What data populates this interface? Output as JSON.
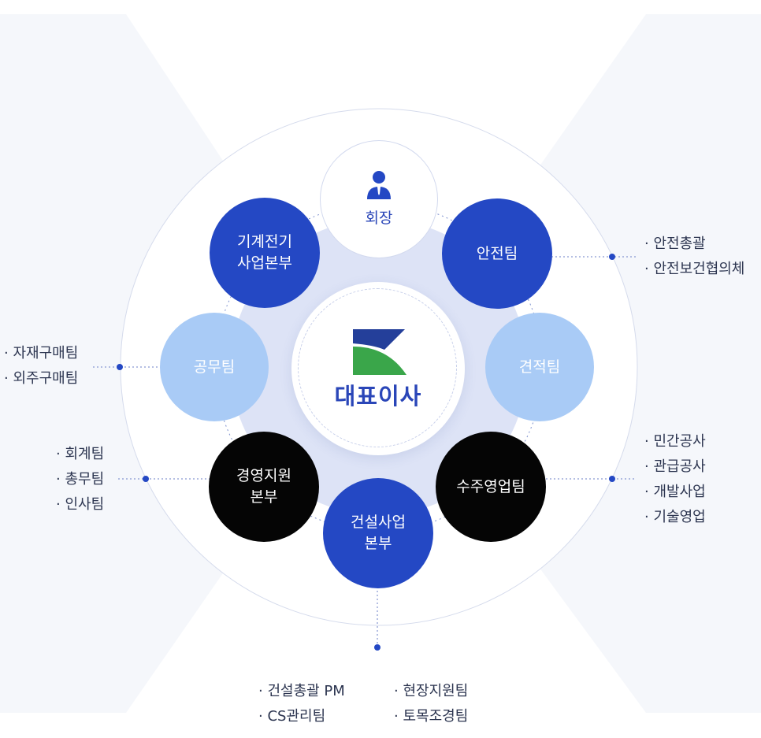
{
  "center": {
    "label": "대표이사",
    "logo_icon": "company-logo"
  },
  "chairman": {
    "label": "회장",
    "icon": "person-icon"
  },
  "nodes": {
    "mech": {
      "line1": "기계전기",
      "line2": "사업본부"
    },
    "safety": {
      "line1": "안전팀"
    },
    "procure": {
      "line1": "공무팀"
    },
    "estimate": {
      "line1": "견적팀"
    },
    "mgmt": {
      "line1": "경영지원",
      "line2": "본부"
    },
    "sales": {
      "line1": "수주영업팀"
    },
    "construction": {
      "line1": "건설사업",
      "line2": "본부"
    }
  },
  "lists": {
    "safety": [
      "안전총괄",
      "안전보건협의체"
    ],
    "procure": [
      "자재구매팀",
      "외주구매팀"
    ],
    "mgmt": [
      "회계팀",
      "총무팀",
      "인사팀"
    ],
    "sales": [
      "민간공사",
      "관급공사",
      "개발사업",
      "기술영업"
    ],
    "construction_left": [
      "건설총괄 PM",
      "CS관리팀"
    ],
    "construction_right": [
      "현장지원팀",
      "토목조경팀"
    ]
  },
  "colors": {
    "blue": "#2448c4",
    "light_blue": "#a9cbf6",
    "black": "#050505",
    "ceo_text": "#2a46b8",
    "logo_navy": "#243f9a",
    "logo_green": "#3aa64a"
  }
}
